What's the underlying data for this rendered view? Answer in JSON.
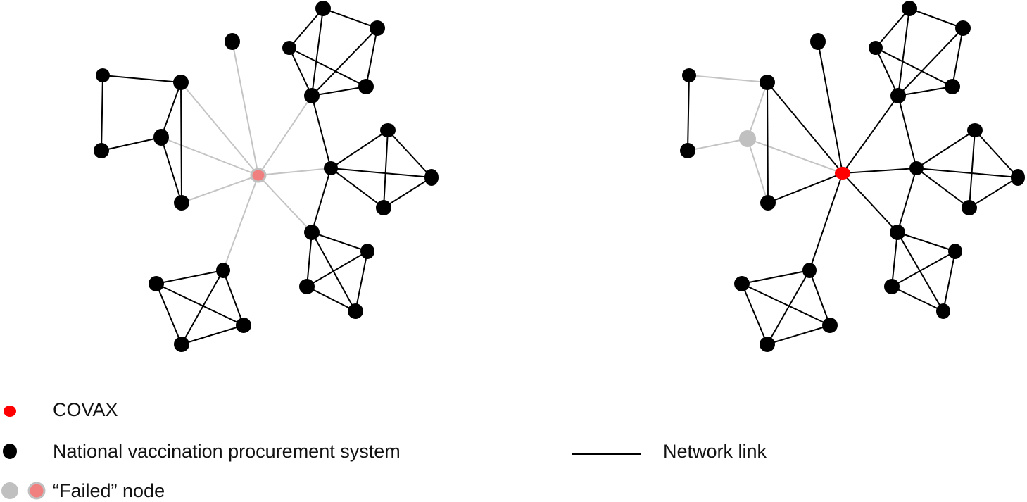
{
  "legend": {
    "covax_label": "COVAX",
    "national_label": "National vaccination procurement system",
    "failed_label": "“Failed” node",
    "link_label": "Network link"
  },
  "colors": {
    "covax": "#ff0000",
    "national": "#000000",
    "failed_grey": "#c0c0c0",
    "failed_pink": "#f08080",
    "link_active": "#000000",
    "link_failed": "#c4c4c4"
  },
  "networks": [
    {
      "id": "covax-failed",
      "nodes": [
        {
          "id": "h",
          "kind": "failed_covax"
        },
        {
          "id": "p",
          "kind": "national"
        },
        {
          "id": "a1",
          "kind": "national"
        },
        {
          "id": "a2",
          "kind": "national"
        },
        {
          "id": "a3",
          "kind": "national"
        },
        {
          "id": "a4",
          "kind": "national"
        },
        {
          "id": "a5",
          "kind": "national"
        },
        {
          "id": "b1",
          "kind": "national"
        },
        {
          "id": "b2",
          "kind": "national"
        },
        {
          "id": "b3",
          "kind": "national"
        },
        {
          "id": "b4",
          "kind": "national"
        },
        {
          "id": "b5",
          "kind": "national"
        },
        {
          "id": "c1",
          "kind": "national"
        },
        {
          "id": "c2",
          "kind": "national"
        },
        {
          "id": "c3",
          "kind": "national"
        },
        {
          "id": "c4",
          "kind": "national"
        },
        {
          "id": "d1",
          "kind": "national"
        },
        {
          "id": "d2",
          "kind": "national"
        },
        {
          "id": "d3",
          "kind": "national"
        },
        {
          "id": "d4",
          "kind": "national"
        },
        {
          "id": "e1",
          "kind": "national"
        },
        {
          "id": "e2",
          "kind": "national"
        },
        {
          "id": "e3",
          "kind": "national"
        },
        {
          "id": "e4",
          "kind": "national"
        },
        {
          "id": "e5",
          "kind": "national"
        }
      ],
      "edges": [
        [
          "h",
          "p",
          "failed"
        ],
        [
          "h",
          "b1",
          "failed"
        ],
        [
          "h",
          "b2",
          "failed"
        ],
        [
          "h",
          "b5",
          "failed"
        ],
        [
          "h",
          "e1",
          "failed"
        ],
        [
          "h",
          "c1",
          "failed"
        ],
        [
          "h",
          "d1",
          "failed"
        ],
        [
          "h",
          "a1",
          "failed"
        ],
        [
          "b1",
          "b2",
          "active"
        ],
        [
          "b2",
          "b3",
          "active"
        ],
        [
          "b3",
          "b4",
          "active"
        ],
        [
          "b4",
          "b1",
          "active"
        ],
        [
          "b2",
          "b5",
          "active"
        ],
        [
          "b1",
          "b5",
          "active"
        ],
        [
          "a1",
          "a2",
          "active"
        ],
        [
          "a1",
          "a3",
          "active"
        ],
        [
          "a1",
          "a4",
          "active"
        ],
        [
          "a1",
          "a5",
          "active"
        ],
        [
          "a2",
          "a3",
          "active"
        ],
        [
          "a2",
          "a5",
          "active"
        ],
        [
          "a3",
          "a4",
          "active"
        ],
        [
          "a4",
          "a5",
          "active"
        ],
        [
          "a1",
          "c1",
          "active"
        ],
        [
          "c1",
          "c2",
          "active"
        ],
        [
          "c1",
          "c3",
          "active"
        ],
        [
          "c1",
          "c4",
          "active"
        ],
        [
          "c2",
          "c3",
          "active"
        ],
        [
          "c2",
          "c4",
          "active"
        ],
        [
          "c3",
          "c4",
          "active"
        ],
        [
          "c1",
          "d1",
          "active"
        ],
        [
          "d1",
          "d2",
          "active"
        ],
        [
          "d1",
          "d3",
          "active"
        ],
        [
          "d1",
          "d4",
          "active"
        ],
        [
          "d2",
          "d3",
          "active"
        ],
        [
          "d2",
          "d4",
          "active"
        ],
        [
          "d3",
          "d4",
          "active"
        ],
        [
          "e1",
          "e2",
          "active"
        ],
        [
          "e1",
          "e3",
          "active"
        ],
        [
          "e1",
          "e4",
          "active"
        ],
        [
          "e2",
          "e3",
          "active"
        ],
        [
          "e2",
          "e4",
          "active"
        ],
        [
          "e3",
          "e4",
          "active"
        ]
      ]
    },
    {
      "id": "national-failed",
      "nodes": [
        {
          "id": "h",
          "kind": "covax"
        },
        {
          "id": "p",
          "kind": "national"
        },
        {
          "id": "a1",
          "kind": "national"
        },
        {
          "id": "a2",
          "kind": "national"
        },
        {
          "id": "a3",
          "kind": "national"
        },
        {
          "id": "a4",
          "kind": "national"
        },
        {
          "id": "a5",
          "kind": "national"
        },
        {
          "id": "b1",
          "kind": "failed_national"
        },
        {
          "id": "b2",
          "kind": "national"
        },
        {
          "id": "b3",
          "kind": "national"
        },
        {
          "id": "b4",
          "kind": "national"
        },
        {
          "id": "b5",
          "kind": "national"
        },
        {
          "id": "c1",
          "kind": "national"
        },
        {
          "id": "c2",
          "kind": "national"
        },
        {
          "id": "c3",
          "kind": "national"
        },
        {
          "id": "c4",
          "kind": "national"
        },
        {
          "id": "d1",
          "kind": "national"
        },
        {
          "id": "d2",
          "kind": "national"
        },
        {
          "id": "d3",
          "kind": "national"
        },
        {
          "id": "d4",
          "kind": "national"
        },
        {
          "id": "e1",
          "kind": "national"
        },
        {
          "id": "e2",
          "kind": "national"
        },
        {
          "id": "e3",
          "kind": "national"
        },
        {
          "id": "e4",
          "kind": "national"
        },
        {
          "id": "e5",
          "kind": "national"
        }
      ],
      "edges": [
        [
          "h",
          "p",
          "active"
        ],
        [
          "h",
          "b1",
          "failed"
        ],
        [
          "h",
          "b2",
          "active"
        ],
        [
          "h",
          "b5",
          "active"
        ],
        [
          "h",
          "e1",
          "active"
        ],
        [
          "h",
          "c1",
          "active"
        ],
        [
          "h",
          "d1",
          "active"
        ],
        [
          "h",
          "a1",
          "active"
        ],
        [
          "b1",
          "b2",
          "failed"
        ],
        [
          "b2",
          "b3",
          "failed"
        ],
        [
          "b3",
          "b4",
          "active"
        ],
        [
          "b4",
          "b1",
          "failed"
        ],
        [
          "b2",
          "b5",
          "active"
        ],
        [
          "b1",
          "b5",
          "failed"
        ],
        [
          "a1",
          "a2",
          "active"
        ],
        [
          "a1",
          "a3",
          "active"
        ],
        [
          "a1",
          "a4",
          "active"
        ],
        [
          "a1",
          "a5",
          "active"
        ],
        [
          "a2",
          "a3",
          "active"
        ],
        [
          "a2",
          "a5",
          "active"
        ],
        [
          "a3",
          "a4",
          "active"
        ],
        [
          "a4",
          "a5",
          "active"
        ],
        [
          "a1",
          "c1",
          "active"
        ],
        [
          "c1",
          "c2",
          "active"
        ],
        [
          "c1",
          "c3",
          "active"
        ],
        [
          "c1",
          "c4",
          "active"
        ],
        [
          "c2",
          "c3",
          "active"
        ],
        [
          "c2",
          "c4",
          "active"
        ],
        [
          "c3",
          "c4",
          "active"
        ],
        [
          "c1",
          "d1",
          "active"
        ],
        [
          "d1",
          "d2",
          "active"
        ],
        [
          "d1",
          "d3",
          "active"
        ],
        [
          "d1",
          "d4",
          "active"
        ],
        [
          "d2",
          "d3",
          "active"
        ],
        [
          "d2",
          "d4",
          "active"
        ],
        [
          "d3",
          "d4",
          "active"
        ],
        [
          "e1",
          "e2",
          "active"
        ],
        [
          "e1",
          "e3",
          "active"
        ],
        [
          "e1",
          "e4",
          "active"
        ],
        [
          "e2",
          "e3",
          "active"
        ],
        [
          "e2",
          "e4",
          "active"
        ],
        [
          "e3",
          "e4",
          "active"
        ]
      ]
    }
  ]
}
